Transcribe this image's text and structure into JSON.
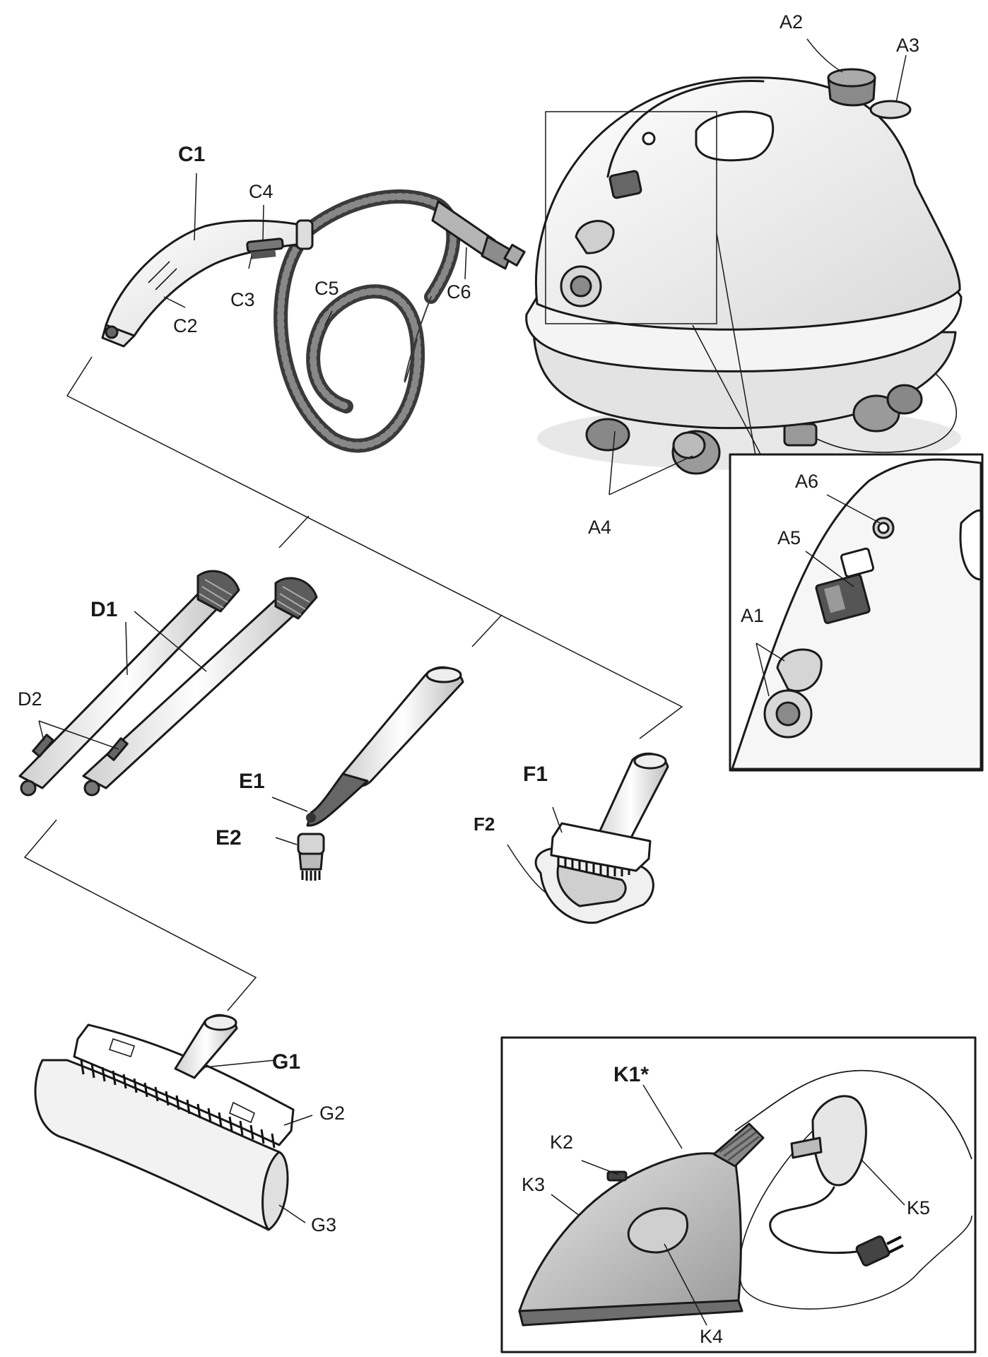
{
  "labels": {
    "A1": "A1",
    "A2": "A2",
    "A3": "A3",
    "A4": "A4",
    "A5": "A5",
    "A6": "A6",
    "C1": "C1",
    "C2": "C2",
    "C3": "C3",
    "C4": "C4",
    "C5": "C5",
    "C6": "C6",
    "D1": "D1",
    "D2": "D2",
    "E1": "E1",
    "E2": "E2",
    "F1": "F1",
    "F2": "F2",
    "G1": "G1",
    "G2": "G2",
    "G3": "G3",
    "K1": "K1*",
    "K2": "K2",
    "K3": "K3",
    "K4": "K4",
    "K5": "K5"
  }
}
